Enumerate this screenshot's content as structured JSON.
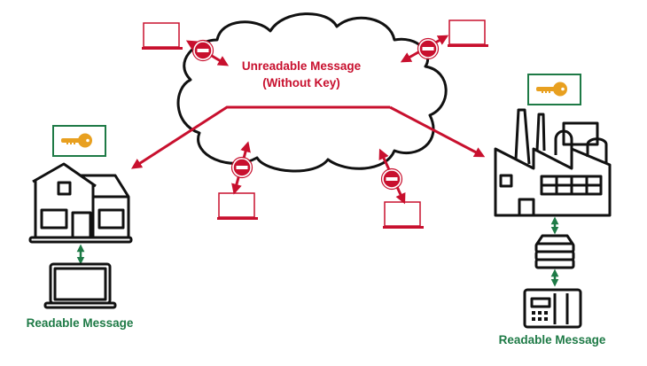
{
  "cloud": {
    "line1": "Unreadable Message",
    "line2": "(Without Key)"
  },
  "left_endpoint": {
    "label": "Readable Message",
    "icons": [
      "key-icon",
      "house-icon",
      "laptop-icon"
    ]
  },
  "right_endpoint": {
    "label": "Readable Message",
    "icons": [
      "key-icon",
      "factory-icon",
      "server-icon",
      "control-panel-icon"
    ]
  },
  "colors": {
    "red": "#c8102e",
    "green": "#1e7a46",
    "key": "#e8a020",
    "outline": "#111111"
  }
}
